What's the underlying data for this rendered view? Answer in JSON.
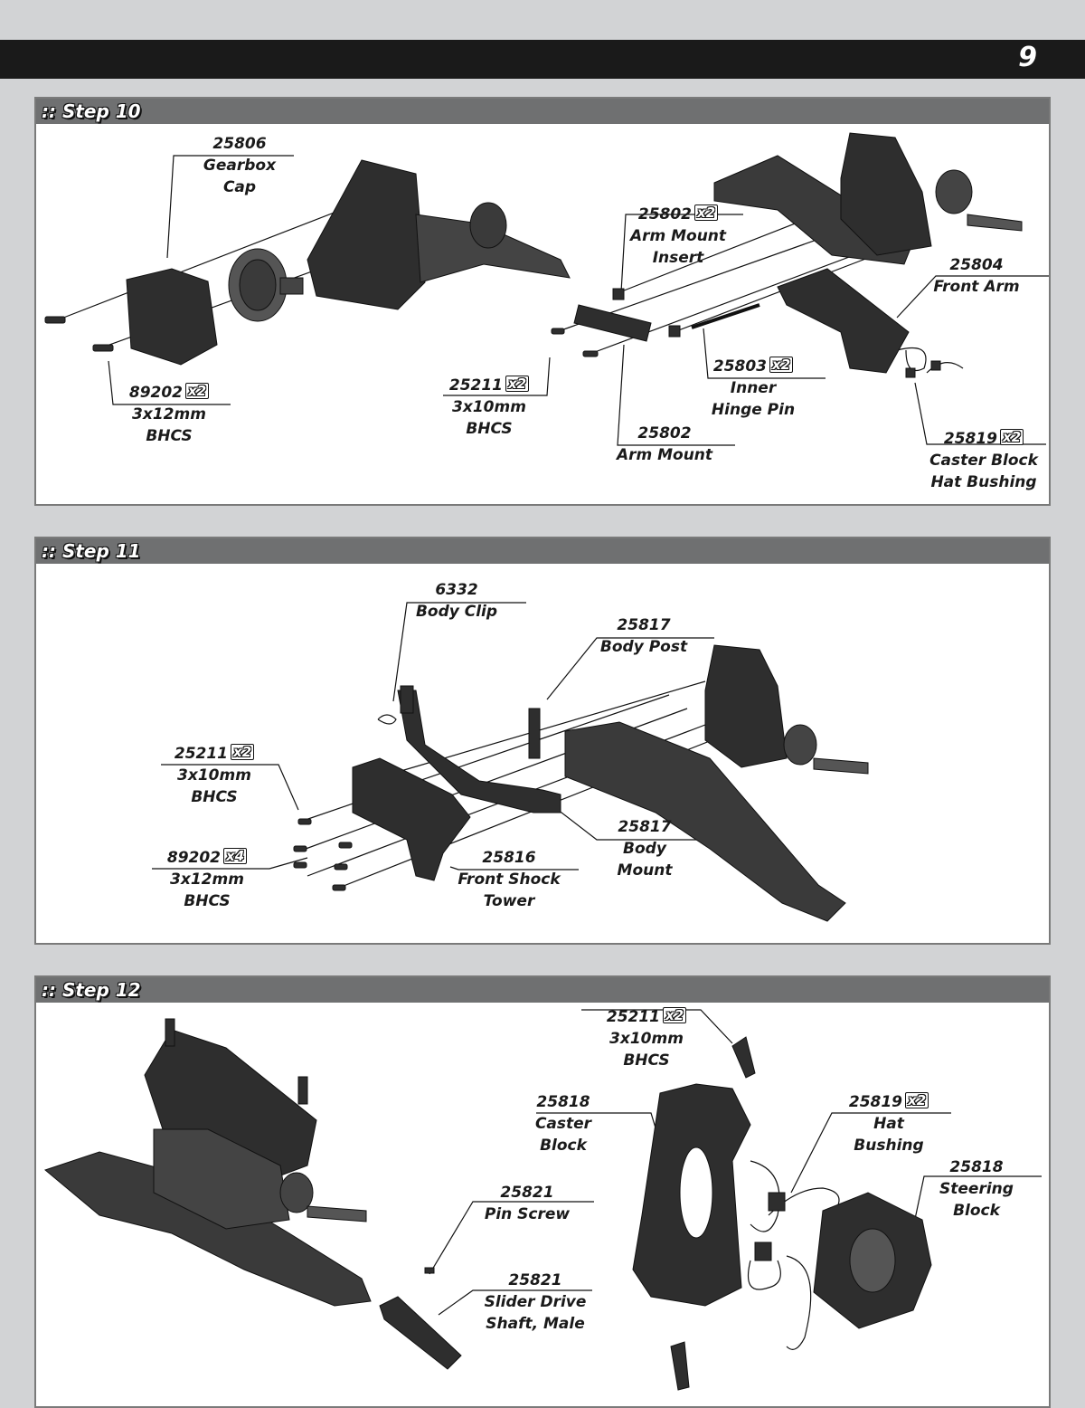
{
  "page_number": "9",
  "steps": [
    {
      "title": ":: Step 10",
      "labels": [
        {
          "part": "25806",
          "qty": "",
          "name_lines": [
            "Gearbox",
            "Cap"
          ]
        },
        {
          "part": "89202",
          "qty": "x2",
          "name_lines": [
            "3x12mm",
            "BHCS"
          ]
        },
        {
          "part": "25211",
          "qty": "x2",
          "name_lines": [
            "3x10mm",
            "BHCS"
          ]
        },
        {
          "part": "25802",
          "qty": "x2",
          "name_lines": [
            "Arm Mount",
            "Insert"
          ]
        },
        {
          "part": "25802",
          "qty": "",
          "name_lines": [
            "Arm Mount"
          ]
        },
        {
          "part": "25803",
          "qty": "x2",
          "name_lines": [
            "Inner",
            "Hinge Pin"
          ]
        },
        {
          "part": "25804",
          "qty": "",
          "name_lines": [
            "Front Arm"
          ]
        },
        {
          "part": "25819",
          "qty": "x2",
          "name_lines": [
            "Caster Block",
            "Hat Bushing"
          ]
        }
      ]
    },
    {
      "title": ":: Step 11",
      "labels": [
        {
          "part": "6332",
          "qty": "",
          "name_lines": [
            "Body Clip"
          ]
        },
        {
          "part": "25817",
          "qty": "",
          "name_lines": [
            "Body Post"
          ]
        },
        {
          "part": "25211",
          "qty": "x2",
          "name_lines": [
            "3x10mm",
            "BHCS"
          ]
        },
        {
          "part": "89202",
          "qty": "x4",
          "name_lines": [
            "3x12mm",
            "BHCS"
          ]
        },
        {
          "part": "25816",
          "qty": "",
          "name_lines": [
            "Front Shock",
            "Tower"
          ]
        },
        {
          "part": "25817",
          "qty": "",
          "name_lines": [
            "Body",
            "Mount"
          ]
        }
      ]
    },
    {
      "title": ":: Step 12",
      "labels": [
        {
          "part": "25211",
          "qty": "x2",
          "name_lines": [
            "3x10mm",
            "BHCS"
          ]
        },
        {
          "part": "25818",
          "qty": "",
          "name_lines": [
            "Caster",
            "Block"
          ]
        },
        {
          "part": "25819",
          "qty": "x2",
          "name_lines": [
            "Hat",
            "Bushing"
          ]
        },
        {
          "part": "25818",
          "qty": "",
          "name_lines": [
            "Steering",
            "Block"
          ]
        },
        {
          "part": "25821",
          "qty": "",
          "name_lines": [
            "Pin Screw"
          ]
        },
        {
          "part": "25821",
          "qty": "",
          "name_lines": [
            "Slider Drive",
            "Shaft, Male"
          ]
        }
      ]
    }
  ]
}
